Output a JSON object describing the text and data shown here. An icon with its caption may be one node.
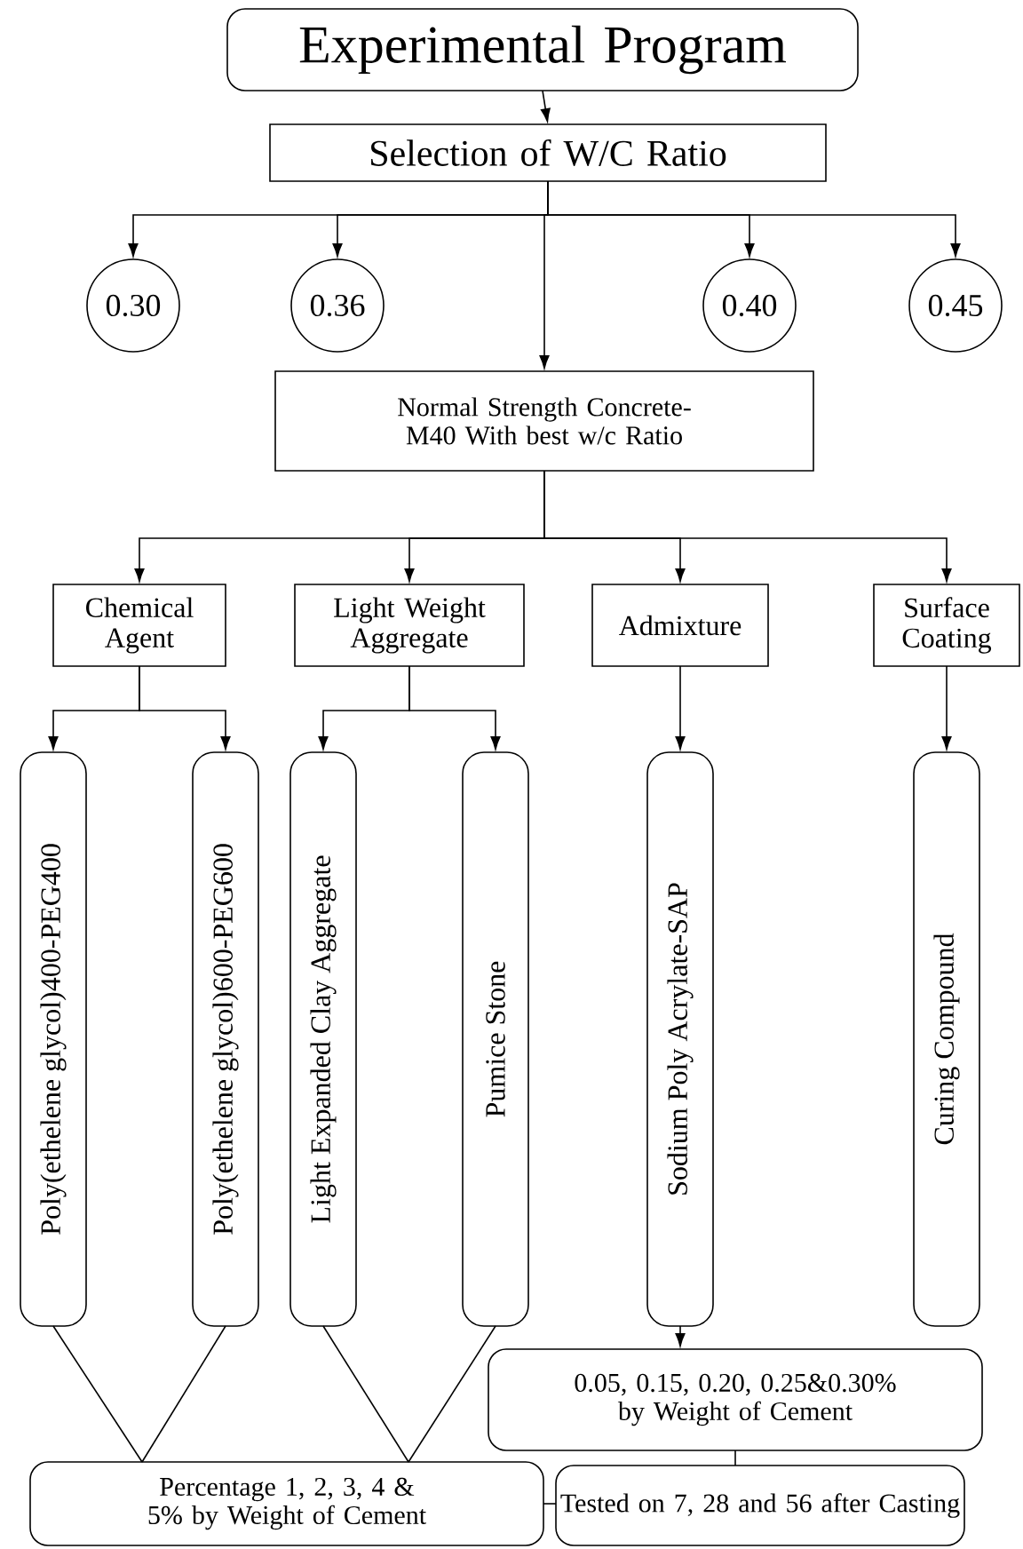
{
  "diagram": {
    "nodes": [
      {
        "text": [
          "Experimental Program"
        ]
      },
      {
        "text": [
          "Selection of W/C Ratio"
        ]
      },
      {
        "text": [
          "0.30"
        ]
      },
      {
        "text": [
          "0.36"
        ]
      },
      {
        "text": [
          "0.40"
        ]
      },
      {
        "text": [
          "0.45"
        ]
      },
      {
        "text": [
          "Normal Strength Concrete-M40 With best w/c Ratio"
        ]
      },
      {
        "text": [
          "Chemical Agent"
        ]
      },
      {
        "text": [
          "Light Weight Aggregate"
        ]
      },
      {
        "text": [
          "Admixture"
        ]
      },
      {
        "text": [
          "Surface Coating"
        ]
      },
      {
        "text": [
          "Poly(ethelene glycol)400-PEG400"
        ]
      },
      {
        "text": [
          "Poly(ethelene glycol)600-PEG600"
        ]
      },
      {
        "text": [
          "Light Expanded Clay Aggregate"
        ]
      },
      {
        "text": [
          "Pumice Stone"
        ]
      },
      {
        "text": [
          "Sodium Poly Acrylate-SAP"
        ]
      },
      {
        "text": [
          "Curing Compound"
        ]
      },
      {
        "text": [
          "0.05, 0.15, 0.20, 0.25&0.30% by Weight of Cement"
        ]
      },
      {
        "text": [
          "Percentage 1, 2, 3, 4 & 5% by Weight of Cement"
        ]
      },
      {
        "text": [
          "Tested on 7, 28 and 56 after Casting"
        ]
      }
    ],
    "edges": [
      {
        "from": 0,
        "to": 1,
        "arrow": "to"
      },
      {
        "from": 1,
        "to": 2,
        "arrow": "to"
      },
      {
        "from": 1,
        "to": 3,
        "arrow": "to"
      },
      {
        "from": 1,
        "to": 4,
        "arrow": "to"
      },
      {
        "from": 1,
        "to": 5,
        "arrow": "to"
      },
      {
        "from": 1,
        "to": 6,
        "arrow": "to"
      },
      {
        "from": 6,
        "to": 7,
        "arrow": "to"
      },
      {
        "from": 6,
        "to": 8,
        "arrow": "to"
      },
      {
        "from": 6,
        "to": 9,
        "arrow": "to"
      },
      {
        "from": 6,
        "to": 10,
        "arrow": "to"
      },
      {
        "from": 7,
        "to": 11,
        "arrow": "to"
      },
      {
        "from": 7,
        "to": 12,
        "arrow": "to"
      },
      {
        "from": 8,
        "to": 13,
        "arrow": "to"
      },
      {
        "from": 8,
        "to": 14,
        "arrow": "to"
      },
      {
        "from": 9,
        "to": 15,
        "arrow": "to"
      },
      {
        "from": 10,
        "to": 16,
        "arrow": "to"
      },
      {
        "from": 11,
        "to": 18,
        "arrow": "none"
      },
      {
        "from": 12,
        "to": 18,
        "arrow": "none"
      },
      {
        "from": 13,
        "to": 18,
        "arrow": "none"
      },
      {
        "from": 14,
        "to": 18,
        "arrow": "none"
      },
      {
        "from": 15,
        "to": 17,
        "arrow": "to"
      },
      {
        "from": 17,
        "to": 19,
        "arrow": "none"
      },
      {
        "from": 18,
        "to": 19,
        "arrow": "none"
      }
    ]
  }
}
